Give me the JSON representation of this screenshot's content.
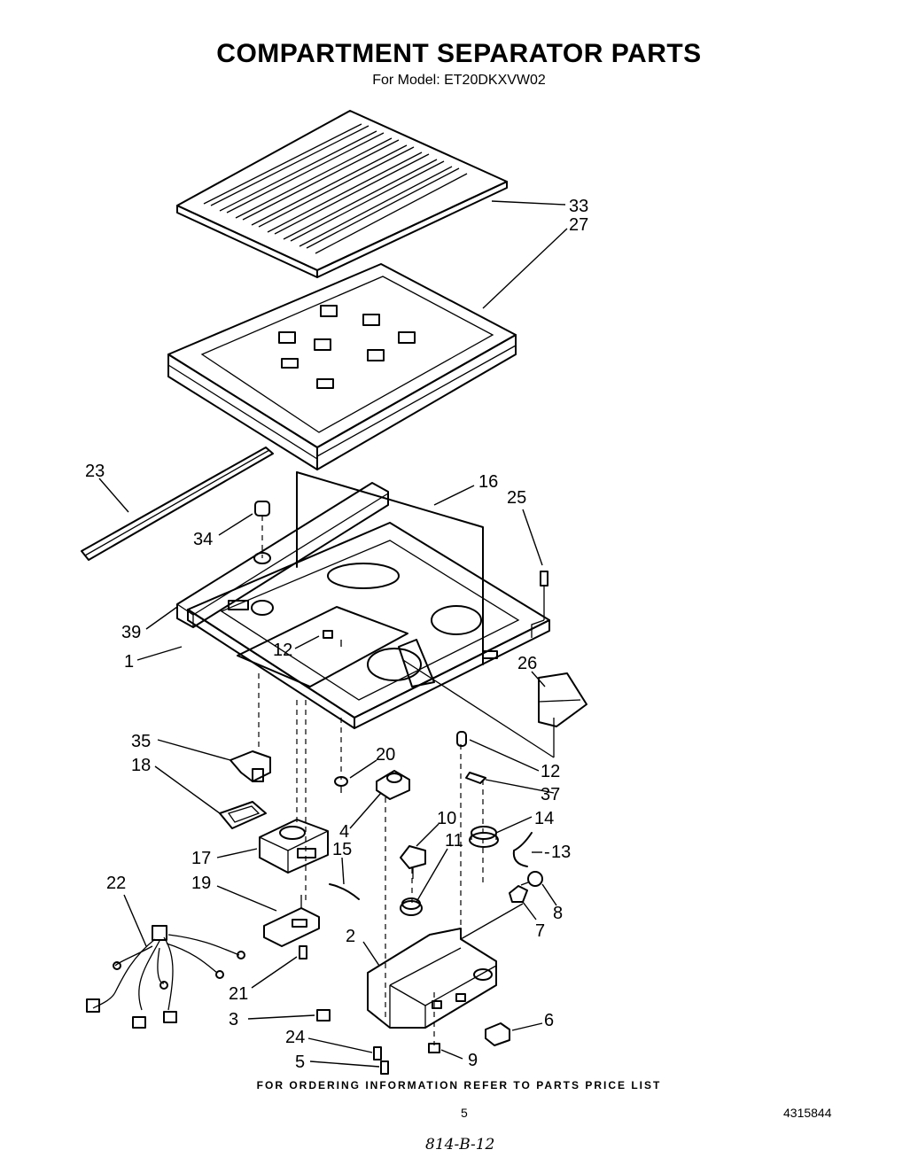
{
  "header": {
    "title": "COMPARTMENT SEPARATOR PARTS",
    "subtitle": "For Model: ET20DKXVW02"
  },
  "callouts": {
    "c33": "33",
    "c27": "27",
    "c23": "23",
    "c16": "16",
    "c25": "25",
    "c34": "34",
    "c39": "39",
    "c1": "1",
    "c12a": "12",
    "c26": "26",
    "c35": "35",
    "c18": "18",
    "c20": "20",
    "c12b": "12",
    "c37": "37",
    "c10": "10",
    "c14": "14",
    "c17": "17",
    "c4": "4",
    "c15": "15",
    "c11": "11",
    "c13": "13",
    "c22": "22",
    "c19": "19",
    "c8": "8",
    "c7": "7",
    "c2": "2",
    "c21": "21",
    "c3": "3",
    "c6": "6",
    "c24": "24",
    "c9": "9",
    "c5": "5"
  },
  "footer": {
    "ordering_note": "FOR ORDERING INFORMATION REFER TO PARTS PRICE LIST",
    "page_number": "5",
    "document_number": "4315844",
    "handwritten_note": "814-B-12"
  }
}
